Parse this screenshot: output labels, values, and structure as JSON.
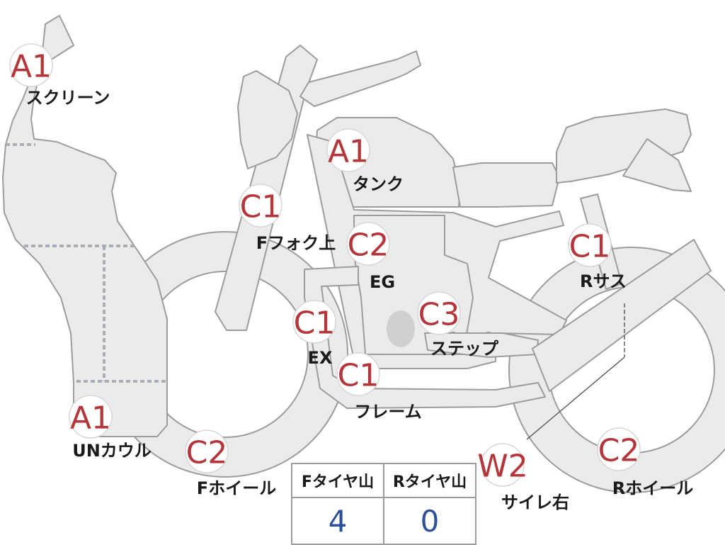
{
  "inspection_points": [
    {
      "code": "A1",
      "label": "スクリーン"
    },
    {
      "code": "A1",
      "label": "タンク"
    },
    {
      "code": "C1",
      "label": "Fフォク上"
    },
    {
      "code": "C2",
      "label": "EG"
    },
    {
      "code": "C1",
      "label": "Rサス"
    },
    {
      "code": "C1",
      "label": "EX"
    },
    {
      "code": "C3",
      "label": "ステップ"
    },
    {
      "code": "C1",
      "label": "フレーム"
    },
    {
      "code": "A1",
      "label": "UNカウル"
    },
    {
      "code": "C2",
      "label": "Fホイール"
    },
    {
      "code": "W2",
      "label": "サイレ右"
    },
    {
      "code": "C2",
      "label": "Rホイール"
    }
  ],
  "tread_table": {
    "headers": [
      "Fタイヤ山",
      "Rタイヤ山"
    ],
    "values": [
      "4",
      "0"
    ]
  },
  "colors": {
    "part_fill": "#ebebea",
    "part_outline": "#9c9c9c",
    "badge_code": "#b5363a",
    "table_value": "#2d4f9c"
  }
}
